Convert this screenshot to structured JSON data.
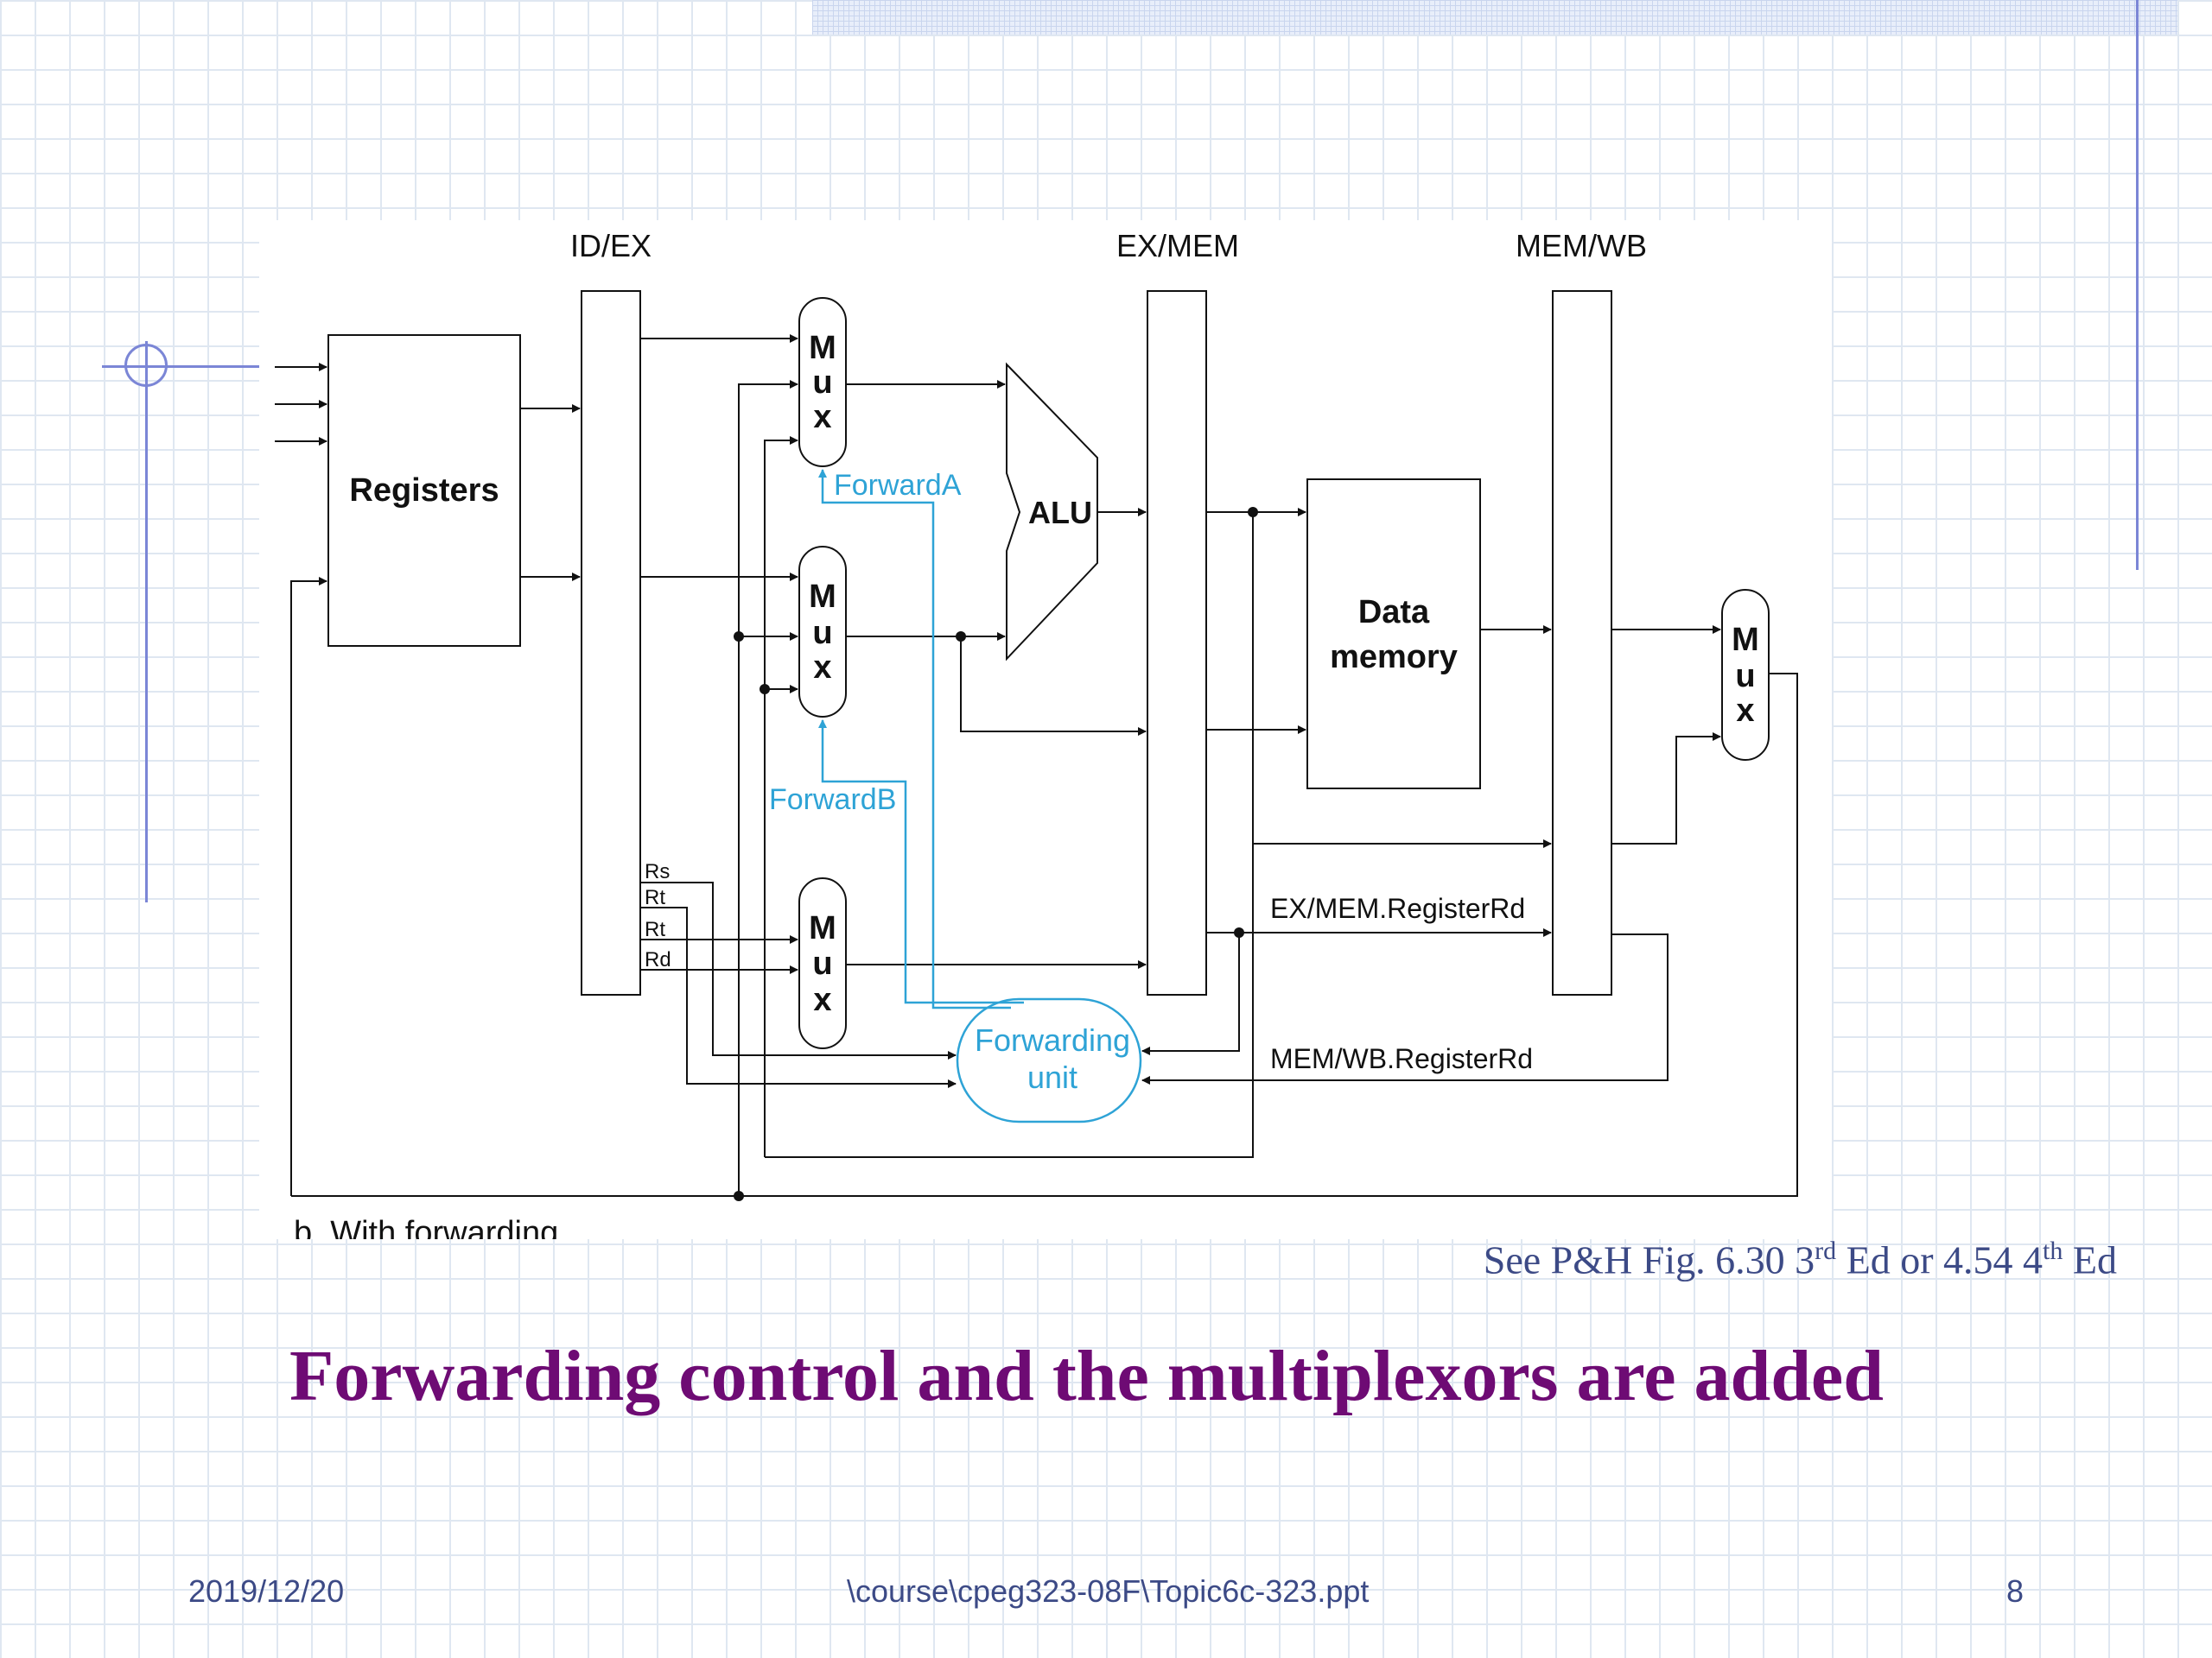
{
  "diagram": {
    "pipeline_registers": [
      "ID/EX",
      "EX/MEM",
      "MEM/WB"
    ],
    "registers_label": "Registers",
    "mux_letters": [
      "M",
      "u",
      "x"
    ],
    "alu_label": "ALU",
    "data_memory_label": [
      "Data",
      "memory"
    ],
    "forward_a": "ForwardA",
    "forward_b": "ForwardB",
    "forwarding_unit": [
      "Forwarding",
      "unit"
    ],
    "reg_fields": [
      "Rs",
      "Rt",
      "Rt",
      "Rd"
    ],
    "ex_mem_registerrd": "EX/MEM.RegisterRd",
    "mem_wb_registerrd": "MEM/WB.RegisterRd",
    "caption": "b. With forwarding"
  },
  "reference": {
    "prefix": "See P&H Fig. 6.30 3",
    "sup1": "rd",
    "middle": " Ed or 4.54 4",
    "sup2": "th",
    "suffix": " Ed"
  },
  "slide_title": "Forwarding control and the multiplexors are added",
  "footer": {
    "date": "2019/12/20",
    "path": "\\course\\cpeg323-08F\\Topic6c-323.ppt",
    "page": "8"
  },
  "colors": {
    "title": "#6e0b74",
    "forwarding": "#2ea3d6",
    "ink": "#111111",
    "footer": "#3c4a86"
  }
}
